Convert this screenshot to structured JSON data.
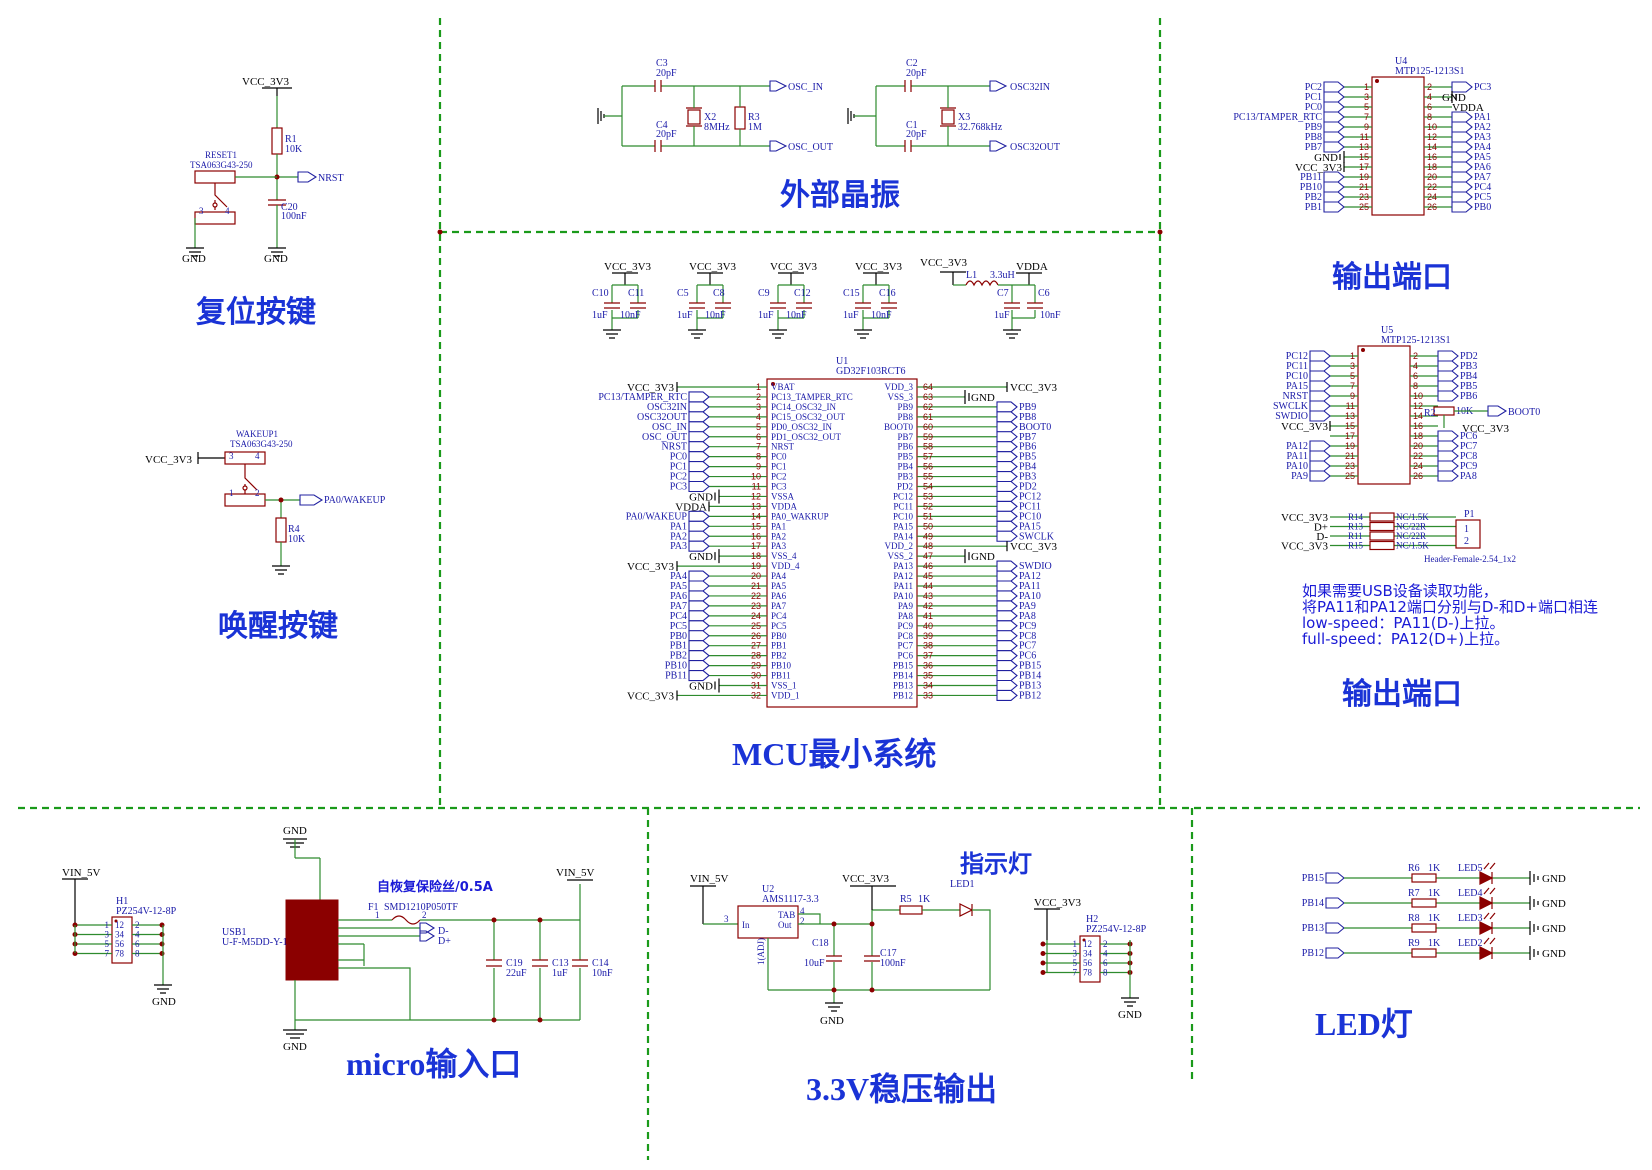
{
  "sections": {
    "reset": "复位按键",
    "wakeup": "唤醒按键",
    "crystal": "外部晶振",
    "mcu": "MCU最小系统",
    "output1": "输出端口",
    "output2": "输出端口",
    "micro": "micro输入口",
    "ldo": "3.3V稳压输出",
    "led": "LED灯",
    "indicator": "指示灯",
    "fuse": "自恢复保险丝/0.5A"
  },
  "note": [
    "如果需要USB设备读取功能，",
    "将PA11和PA12端口分别与D-和D+端口相连",
    "low-speed：PA11(D-)上拉。",
    "full-speed：PA12(D+)上拉。"
  ],
  "reset": {
    "vcc": "VCC_3V3",
    "r1": "R1",
    "r1v": "10K",
    "sw": "RESET1",
    "swp": "TSA063G43-250",
    "net": "NRST",
    "c": "C20",
    "cv": "100nF",
    "gnd1": "GND",
    "gnd2": "GND",
    "p3": "3",
    "p4": "4"
  },
  "wakeup": {
    "vcc": "VCC_3V3",
    "sw": "WAKEUP1",
    "swp": "TSA063G43-250",
    "net": "PA0/WAKEUP",
    "r": "R4",
    "rv": "10K",
    "p1": "1",
    "p2": "2",
    "p3": "3",
    "p4": "4"
  },
  "crystal": {
    "c3": "C3",
    "c3v": "20pF",
    "c4": "C4",
    "c4v": "20pF",
    "x2": "X2",
    "x2v": "8MHz",
    "r3": "R3",
    "r3v": "1M",
    "oscin": "OSC_IN",
    "oscout": "OSC_OUT",
    "c2": "C2",
    "c2v": "20pF",
    "c1": "C1",
    "c1v": "20pF",
    "x3": "X3",
    "x3v": "32.768kHz",
    "osc32in": "OSC32IN",
    "osc32out": "OSC32OUT"
  },
  "decoupling": [
    {
      "vcc": "VCC_3V3",
      "ca": "C10",
      "cb": "C11",
      "va": "1uF",
      "vb": "10nF"
    },
    {
      "vcc": "VCC_3V3",
      "ca": "C5",
      "cb": "C8",
      "va": "1uF",
      "vb": "10nF"
    },
    {
      "vcc": "VCC_3V3",
      "ca": "C9",
      "cb": "C12",
      "va": "1uF",
      "vb": "10nF"
    },
    {
      "vcc": "VCC_3V3",
      "ca": "C15",
      "cb": "C16",
      "va": "1uF",
      "vb": "10nF"
    }
  ],
  "vdda_filter": {
    "vcc": "VCC_3V3",
    "l": "L1",
    "lv": "3.3uH",
    "vdda": "VDDA",
    "ca": "C7",
    "cb": "C6",
    "va": "1uF",
    "vb": "10nF"
  },
  "mcu": {
    "ref": "U1",
    "part": "GD32F103RCT6",
    "left": [
      [
        "1",
        "VBAT",
        "VCC_3V3"
      ],
      [
        "2",
        "PC13_TAMPER_RTC",
        "PC13/TAMPER_RTC"
      ],
      [
        "3",
        "PC14_OSC32_IN",
        "OSC32IN"
      ],
      [
        "4",
        "PC15_OSC32_OUT",
        "OSC32OUT"
      ],
      [
        "5",
        "PD0_OSC32_IN",
        "OSC_IN"
      ],
      [
        "6",
        "PD1_OSC32_OUT",
        "OSC_OUT"
      ],
      [
        "7",
        "NRST",
        "NRST"
      ],
      [
        "8",
        "PC0",
        "PC0"
      ],
      [
        "9",
        "PC1",
        "PC1"
      ],
      [
        "10",
        "PC2",
        "PC2"
      ],
      [
        "11",
        "PC3",
        "PC3"
      ],
      [
        "12",
        "VSSA",
        "GND"
      ],
      [
        "13",
        "VDDA",
        "VDDA"
      ],
      [
        "14",
        "PA0_WAKRUP",
        "PA0/WAKEUP"
      ],
      [
        "15",
        "PA1",
        "PA1"
      ],
      [
        "16",
        "PA2",
        "PA2"
      ],
      [
        "17",
        "PA3",
        "PA3"
      ],
      [
        "18",
        "VSS_4",
        "GND"
      ],
      [
        "19",
        "VDD_4",
        "VCC_3V3"
      ],
      [
        "20",
        "PA4",
        "PA4"
      ],
      [
        "21",
        "PA5",
        "PA5"
      ],
      [
        "22",
        "PA6",
        "PA6"
      ],
      [
        "23",
        "PA7",
        "PA7"
      ],
      [
        "24",
        "PC4",
        "PC4"
      ],
      [
        "25",
        "PC5",
        "PC5"
      ],
      [
        "26",
        "PB0",
        "PB0"
      ],
      [
        "27",
        "PB1",
        "PB1"
      ],
      [
        "28",
        "PB2",
        "PB2"
      ],
      [
        "29",
        "PB10",
        "PB10"
      ],
      [
        "30",
        "PB11",
        "PB11"
      ],
      [
        "31",
        "VSS_1",
        "GND"
      ],
      [
        "32",
        "VDD_1",
        "VCC_3V3"
      ]
    ],
    "right": [
      [
        "64",
        "VDD_3",
        "VCC_3V3"
      ],
      [
        "63",
        "VSS_3",
        "GND"
      ],
      [
        "62",
        "PB9",
        "PB9"
      ],
      [
        "61",
        "PB8",
        "PB8"
      ],
      [
        "60",
        "BOOT0",
        "BOOT0"
      ],
      [
        "59",
        "PB7",
        "PB7"
      ],
      [
        "58",
        "PB6",
        "PB6"
      ],
      [
        "57",
        "PB5",
        "PB5"
      ],
      [
        "56",
        "PB4",
        "PB4"
      ],
      [
        "55",
        "PB3",
        "PB3"
      ],
      [
        "54",
        "PD2",
        "PD2"
      ],
      [
        "53",
        "PC12",
        "PC12"
      ],
      [
        "52",
        "PC11",
        "PC11"
      ],
      [
        "51",
        "PC10",
        "PC10"
      ],
      [
        "50",
        "PA15",
        "PA15"
      ],
      [
        "49",
        "PA14",
        "SWCLK"
      ],
      [
        "48",
        "VDD_2",
        "VCC_3V3"
      ],
      [
        "47",
        "VSS_2",
        "GND"
      ],
      [
        "46",
        "PA13",
        "SWDIO"
      ],
      [
        "45",
        "PA12",
        "PA12"
      ],
      [
        "44",
        "PA11",
        "PA11"
      ],
      [
        "43",
        "PA10",
        "PA10"
      ],
      [
        "42",
        "PA9",
        "PA9"
      ],
      [
        "41",
        "PA8",
        "PA8"
      ],
      [
        "40",
        "PC9",
        "PC9"
      ],
      [
        "39",
        "PC8",
        "PC8"
      ],
      [
        "38",
        "PC7",
        "PC7"
      ],
      [
        "37",
        "PC6",
        "PC6"
      ],
      [
        "36",
        "PB15",
        "PB15"
      ],
      [
        "35",
        "PB14",
        "PB14"
      ],
      [
        "34",
        "PB13",
        "PB13"
      ],
      [
        "33",
        "PB12",
        "PB12"
      ]
    ]
  },
  "u4": {
    "ref": "U4",
    "part": "MTP125-1213S1",
    "left": [
      [
        "1",
        "PC2"
      ],
      [
        "3",
        "PC1"
      ],
      [
        "5",
        "PC0"
      ],
      [
        "7",
        "PC13/TAMPER_RTC"
      ],
      [
        "9",
        "PB9"
      ],
      [
        "11",
        "PB8"
      ],
      [
        "13",
        "PB7"
      ],
      [
        "15",
        "GND"
      ],
      [
        "17",
        "VCC_3V3"
      ],
      [
        "19",
        "PB11"
      ],
      [
        "21",
        "PB10"
      ],
      [
        "23",
        "PB2"
      ],
      [
        "25",
        "PB1"
      ]
    ],
    "right": [
      [
        "2",
        "PC3"
      ],
      [
        "4",
        "GND"
      ],
      [
        "6",
        "VDDA"
      ],
      [
        "8",
        "PA1"
      ],
      [
        "10",
        "PA2"
      ],
      [
        "12",
        "PA3"
      ],
      [
        "14",
        "PA4"
      ],
      [
        "16",
        "PA5"
      ],
      [
        "18",
        "PA6"
      ],
      [
        "20",
        "PA7"
      ],
      [
        "22",
        "PC4"
      ],
      [
        "24",
        "PC5"
      ],
      [
        "26",
        "PB0"
      ]
    ]
  },
  "u5": {
    "ref": "U5",
    "part": "MTP125-1213S1",
    "left": [
      [
        "1",
        "PC12"
      ],
      [
        "3",
        "PC11"
      ],
      [
        "5",
        "PC10"
      ],
      [
        "7",
        "PA15"
      ],
      [
        "9",
        "NRST"
      ],
      [
        "11",
        "SWCLK"
      ],
      [
        "13",
        "SWDIO"
      ],
      [
        "15",
        "VCC_3V3"
      ],
      [
        "17",
        ""
      ],
      [
        "19",
        "PA12"
      ],
      [
        "21",
        "PA11"
      ],
      [
        "23",
        "PA10"
      ],
      [
        "25",
        "PA9"
      ]
    ],
    "right": [
      [
        "2",
        "PD2"
      ],
      [
        "4",
        "PB3"
      ],
      [
        "6",
        "PB4"
      ],
      [
        "8",
        "PB5"
      ],
      [
        "10",
        "PB6"
      ],
      [
        "12",
        ""
      ],
      [
        "14",
        ""
      ],
      [
        "16",
        ""
      ],
      [
        "18",
        "PC6"
      ],
      [
        "20",
        "PC7"
      ],
      [
        "22",
        "PC8"
      ],
      [
        "24",
        "PC9"
      ],
      [
        "26",
        "PA8"
      ]
    ],
    "r2": "R2",
    "r2v": "10K",
    "boot": "BOOT0",
    "vcc": "VCC_3V3"
  },
  "usbres": {
    "rows": [
      [
        "VCC_3V3",
        "R14",
        "NC/1.5K"
      ],
      [
        "D+",
        "R13",
        "NC/22R"
      ],
      [
        "D-",
        "R11",
        "NC/22R"
      ],
      [
        "VCC_3V3",
        "R15",
        "NC/1.5K"
      ]
    ],
    "p1": "P1",
    "p1part": "Header-Female-2.54_1x2",
    "pin1": "1",
    "pin2": "2"
  },
  "h1": {
    "vin": "VIN_5V",
    "ref": "H1",
    "part": "PZ254V-12-8P",
    "gnd": "GND",
    "pins": [
      "1",
      "2",
      "3",
      "4",
      "5",
      "6",
      "7",
      "8"
    ]
  },
  "usb": {
    "gndtop": "GND",
    "gndbot": "GND",
    "ref": "USB1",
    "part": "U-F-M5DD-Y-1",
    "fuse": "F1",
    "fusepart": "SMD1210P050TF",
    "p1": "1",
    "p2": "2",
    "dm": "D-",
    "dp": "D+",
    "vin": "VIN_5V",
    "c19": "C19",
    "c19v": "22uF",
    "c13": "C13",
    "c13v": "1uF",
    "c14": "C14",
    "c14v": "10nF"
  },
  "ldo": {
    "vin": "VIN_5V",
    "ref": "U2",
    "part": "AMS1117-3.3",
    "in": "In",
    "tab": "TAB",
    "out": "Out",
    "adj": "1(ADJ)",
    "p3": "3",
    "p4": "4",
    "p2": "2",
    "vcc": "VCC_3V3",
    "r": "R5",
    "rv": "1K",
    "led": "LED1",
    "c18": "C18",
    "c18v": "10uF",
    "c17": "C17",
    "c17v": "100nF",
    "gnd": "GND"
  },
  "h2": {
    "vcc": "VCC_3V3",
    "ref": "H2",
    "part": "PZ254V-12-8P",
    "gnd": "GND",
    "pins": [
      "1",
      "2",
      "3",
      "4",
      "5",
      "6",
      "7",
      "8"
    ]
  },
  "leds": [
    {
      "net": "PB15",
      "r": "R6",
      "rv": "1K",
      "led": "LED5",
      "gnd": "GND"
    },
    {
      "net": "PB14",
      "r": "R7",
      "rv": "1K",
      "led": "LED4",
      "gnd": "GND"
    },
    {
      "net": "PB13",
      "r": "R8",
      "rv": "1K",
      "led": "LED3",
      "gnd": "GND"
    },
    {
      "net": "PB12",
      "r": "R9",
      "rv": "1K",
      "led": "LED2",
      "gnd": "GND"
    }
  ]
}
